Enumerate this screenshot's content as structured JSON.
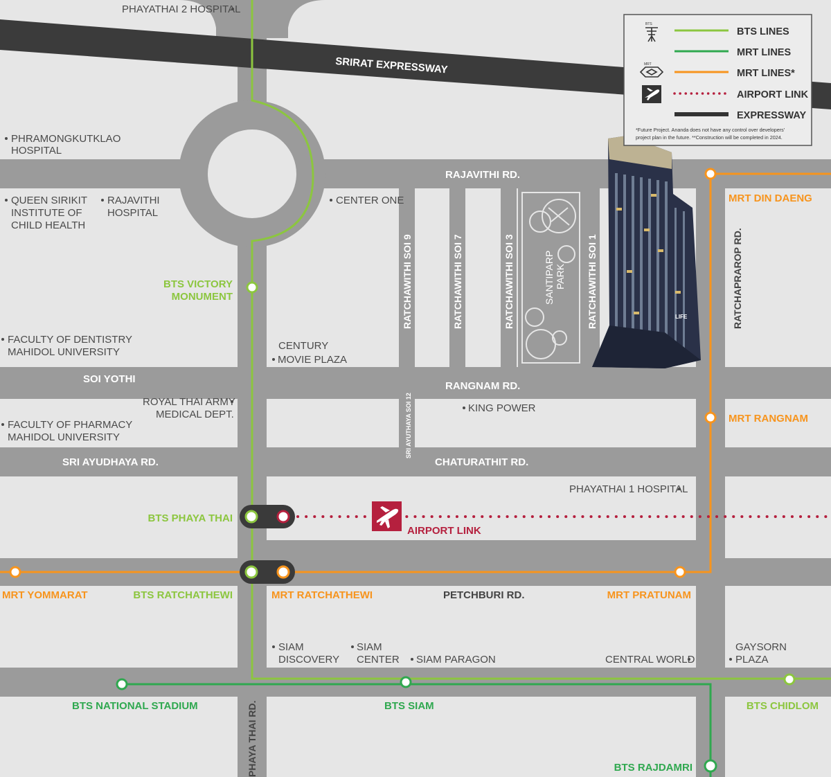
{
  "roads": {
    "expressway": "SRIRAT EXPRESSWAY",
    "rajavithi": "RAJAVITHI RD.",
    "soi_yothi": "SOI YOTHI",
    "rangnam": "RANGNAM RD.",
    "sri_ayudhaya": "SRI AYUDHAYA RD.",
    "chaturathit": "CHATURATHIT RD.",
    "petchburi": "PETCHBURI RD.",
    "phaya_thai": "PHAYA THAI RD.",
    "ratchaprarop": "RATCHAPRAROP RD.",
    "soi9": "RATCHAWITHI SOI 9",
    "soi7": "RATCHAWITHI SOI 7",
    "soi3": "RATCHAWITHI SOI 3",
    "soi1": "RATCHAWITHI SOI 1",
    "ayuthaya_soi12": "SRI AYUTHAYA SOI 12"
  },
  "park": {
    "line1": "SANTIPARP",
    "line2": "PARK"
  },
  "places": {
    "phayathai2": "PHAYATHAI 2 HOSPITAL",
    "phramongkut_1": "PHRAMONGKUTKLAO",
    "phramongkut_2": "HOSPITAL",
    "queen_1": "QUEEN SIRIKIT",
    "queen_2": "INSTITUTE OF",
    "queen_3": "CHILD HEALTH",
    "rajavithi_h_1": "RAJAVITHI",
    "rajavithi_h_2": "HOSPITAL",
    "center_one": "CENTER ONE",
    "dentistry_1": "FACULTY OF DENTISTRY",
    "dentistry_2": "MAHIDOL UNIVERSITY",
    "century_1": "CENTURY",
    "century_2": "MOVIE PLAZA",
    "army_1": "ROYAL THAI ARMY",
    "army_2": "MEDICAL DEPT.",
    "king_power": "KING POWER",
    "pharmacy_1": "FACULTY OF PHARMACY",
    "pharmacy_2": "MAHIDOL UNIVERSITY",
    "phayathai1": "PHAYATHAI 1 HOSPITAL",
    "siam_disc_1": "SIAM",
    "siam_disc_2": "DISCOVERY",
    "siam_center_1": "SIAM",
    "siam_center_2": "CENTER",
    "siam_paragon": "SIAM PARAGON",
    "central_world": "CENTRAL WORLD",
    "gaysorn_1": "GAYSORN",
    "gaysorn_2": "PLAZA"
  },
  "stations": {
    "victory_1": "BTS VICTORY",
    "victory_2": "MONUMENT",
    "phaya_thai": "BTS PHAYA THAI",
    "ratchathewi_bts": "BTS RATCHATHEWI",
    "ratchathewi_mrt": "MRT RATCHATHEWI",
    "yommarat": "MRT YOMMARAT",
    "pratunam": "MRT PRATUNAM",
    "din_daeng": "MRT DIN DAENG",
    "rangnam": "MRT RANGNAM",
    "national_stadium": "BTS NATIONAL STADIUM",
    "siam": "BTS SIAM",
    "chidlom": "BTS CHIDLOM",
    "rajdamri": "BTS RAJDAMRI",
    "airport_link": "AIRPORT LINK"
  },
  "legend": {
    "bts_lines": "BTS LINES",
    "mrt_lines": "MRT LINES",
    "mrt_lines_future": "MRT LINES*",
    "airport_link": "AIRPORT LINK",
    "expressway": "EXPRESSWAY",
    "note_line1": "*Future Project. Ananda does not have any control over developers'",
    "note_line2": "project plan in the future. **Construction will be completed in 2024.",
    "bts_logo_text": "BTS",
    "mrt_logo_text": "MRT"
  },
  "building_sign": "LIFE",
  "colors": {
    "background": "#e6e6e6",
    "road": "#9b9b9b",
    "expressway": "#3a3a3a",
    "bts_light": "#8cc63f",
    "bts_dark": "#2fa84f",
    "mrt": "#f7941d",
    "airport_link": "#b5203e",
    "building": "#28304a"
  },
  "icons": [
    "bts-logo-icon",
    "mrt-logo-icon",
    "airplane-icon",
    "tree-icon"
  ]
}
